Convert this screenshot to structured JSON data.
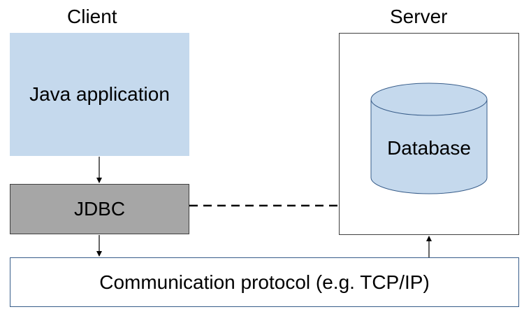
{
  "client": {
    "label": "Client",
    "app_label": "Java application",
    "jdbc_label": "JDBC"
  },
  "server": {
    "label": "Server",
    "database_label": "Database"
  },
  "protocol": {
    "label": "Communication protocol (e.g. TCP/IP)"
  },
  "colors": {
    "app_fill": "#c5d9ed",
    "jdbc_fill": "#a6a6a6",
    "db_fill": "#c5d9ed",
    "db_stroke": "#385d8a",
    "protocol_border": "#385d8a"
  }
}
